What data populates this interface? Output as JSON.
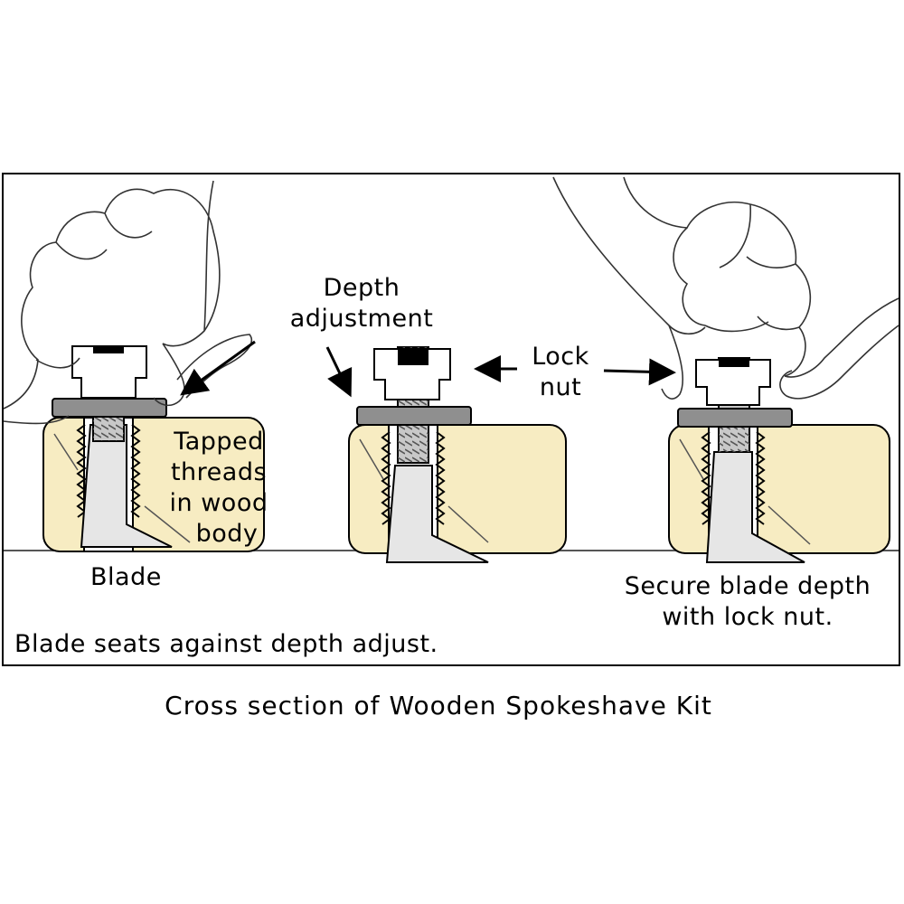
{
  "labels": {
    "depth_adjustment_line1": "Depth",
    "depth_adjustment_line2": "adjustment",
    "lock_nut_line1": "Lock",
    "lock_nut_line2": "nut",
    "tapped_line1": "Tapped",
    "tapped_line2": "threads",
    "tapped_line3": "in wood",
    "tapped_line4": "body",
    "blade": "Blade",
    "secure_line1": "Secure blade depth",
    "secure_line2": "with lock nut.",
    "seats": "Blade seats against depth adjust."
  },
  "caption": "Cross section of Wooden Spokeshave Kit",
  "colors": {
    "wood": "#f7ecc2",
    "metal": "#c8c8c8",
    "metal_dark": "#8f8f8f",
    "blade": "#e6e6e6",
    "outline": "#000000"
  }
}
